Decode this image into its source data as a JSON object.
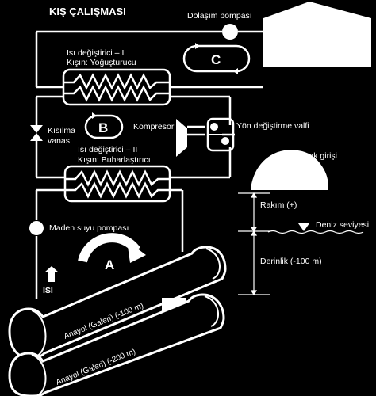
{
  "title": "KIŞ ÇALIŞMASI",
  "labels": {
    "circulation_pump": "Dolaşım pompası",
    "hx1_line1": "Isı değiştirici – I",
    "hx1_line2": "Kışın: Yoğuşturucu",
    "loop_c": "C",
    "loop_b": "B",
    "loop_a": "A",
    "expansion_valve_line1": "Kısılma",
    "expansion_valve_line2": "vanası",
    "compressor": "Kompresör",
    "reversing_valve": "Yön değiştirme valfi",
    "mine_entrance": "Ocak girişi",
    "hx2_line1": "Isı değiştirici – II",
    "hx2_line2": "Kışın: Buharlaştırıcı",
    "altitude": "Rakım (+)",
    "sea_level": "Deniz seviyesi",
    "depth": "Derinlik (-100 m)",
    "mine_water_pump": "Maden suyu pompası",
    "heat": "ISI",
    "gallery_1": "Anayol (Galeri) (-100 m)",
    "gallery_2": "Anayol (Galeri) (-200 m)"
  },
  "icons": [
    "house-icon",
    "pump-icon",
    "compressor-icon",
    "reversing-valve-icon",
    "expansion-valve-icon",
    "mine-entrance-icon",
    "sea-level-marker-icon",
    "heat-arrow-icon"
  ],
  "colors": {
    "background": "#000000",
    "foreground": "#ffffff"
  }
}
